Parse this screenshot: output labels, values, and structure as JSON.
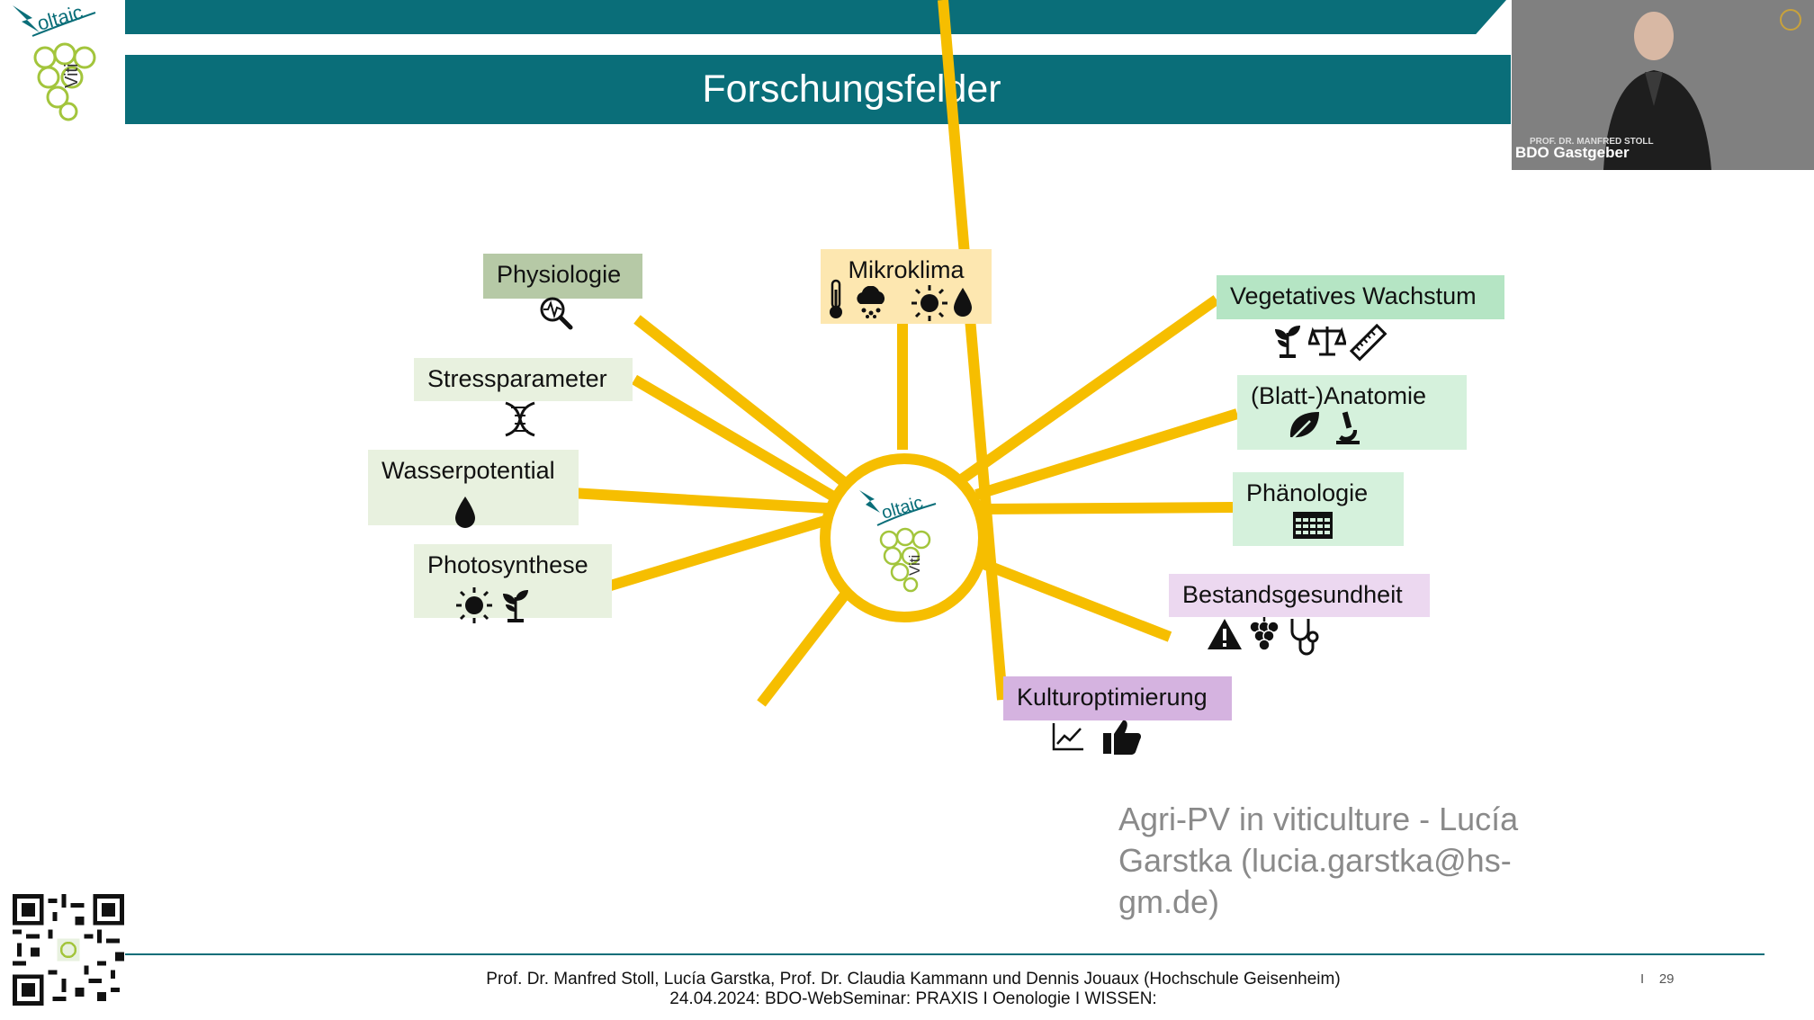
{
  "slide": {
    "title": "Forschungsfelder",
    "logo_text": "oltaic",
    "logo_sub": "Viti",
    "center_logo_text": "oltaic",
    "center_logo_sub": "Viti"
  },
  "webcam": {
    "nameplate": "PROF. DR. MANFRED STOLL",
    "name": "BDO Gastgeber"
  },
  "fields": [
    {
      "label": "Physiologie",
      "icons": [
        "magnifier-pulse-icon"
      ]
    },
    {
      "label": "Stressparameter",
      "icons": [
        "dna-icon"
      ]
    },
    {
      "label": "Wasserpotential",
      "icons": [
        "water-drop-icon"
      ]
    },
    {
      "label": "Photosynthese",
      "icons": [
        "sun-icon",
        "seedling-icon"
      ]
    },
    {
      "label": "Mikroklima",
      "icons": [
        "thermometer-icon",
        "rain-cloud-icon",
        "sun-icon",
        "water-drop-icon"
      ]
    },
    {
      "label": "Vegetatives Wachstum",
      "icons": [
        "seedling-icon",
        "scales-icon",
        "ruler-icon"
      ]
    },
    {
      "label": "(Blatt-)Anatomie",
      "icons": [
        "leaf-icon",
        "microscope-icon"
      ]
    },
    {
      "label": "Phänologie",
      "icons": [
        "calendar-icon"
      ]
    },
    {
      "label": "Bestandsgesundheit",
      "icons": [
        "warning-icon",
        "grapes-icon",
        "stethoscope-icon"
      ]
    },
    {
      "label": "Kulturoptimierung",
      "icons": [
        "chart-icon",
        "thumbs-up-icon"
      ]
    }
  ],
  "colors": {
    "teal": "#0a6e79",
    "ray": "#f6be00",
    "physiologie": "#b6c9a6",
    "light_green": "#e8f1df",
    "mikroklima": "#fde7b0",
    "mint": "#b5e5c4",
    "mint_light": "#d5f1dc",
    "lilac": "#ecd8f0",
    "purple": "#d5b3e0"
  },
  "credit": "Agri-PV in viticulture - Lucía Garstka (lucia.garstka@hs-gm.de)",
  "footer": {
    "line1": "Prof. Dr. Manfred Stoll, Lucía Garstka, Prof. Dr. Claudia Kammann und Dennis Jouaux (Hochschule Geisenheim)",
    "line2": "24.04.2024: BDO-WebSeminar: PRAXIS I Oenologie I WISSEN:",
    "separator": "I",
    "page": "29"
  }
}
